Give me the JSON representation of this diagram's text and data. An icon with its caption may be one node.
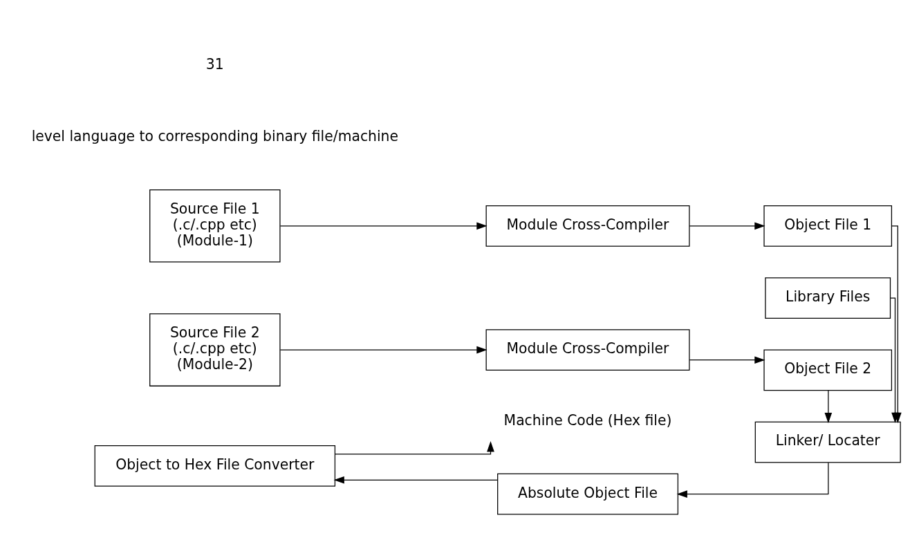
{
  "diagram": {
    "nodes": [
      {
        "text": [
          "Source File 1",
          "(.c/.cpp etc)",
          "(Module-1)"
        ]
      },
      {
        "text": [
          "Module Cross-Compiler"
        ]
      },
      {
        "text": [
          "Library Files"
        ]
      },
      {
        "text": [
          "Object File 1"
        ]
      },
      {
        "text": [
          "Source File 2",
          "(.c/.cpp etc)",
          "(Module-2)"
        ]
      },
      {
        "text": [
          "Module Cross-Compiler"
        ]
      },
      {
        "text": [
          "Object File 2"
        ]
      },
      {
        "text": [
          "Object to Hex File Converter"
        ]
      },
      {
        "text": [
          "Absolute Object File"
        ]
      },
      {
        "text": [
          "Linker/ Locater"
        ]
      },
      {
        "text": [
          "Machine Code (Hex file)"
        ]
      }
    ],
    "edges": [
      {
        "from": 0,
        "to": 1,
        "arrow": "to"
      },
      {
        "from": 1,
        "to": 3,
        "arrow": "to"
      },
      {
        "from": 4,
        "to": 5,
        "arrow": "to"
      },
      {
        "from": 5,
        "to": 6,
        "arrow": "to"
      },
      {
        "from": 2,
        "to": 9,
        "arrow": "to"
      },
      {
        "from": 3,
        "to": 9,
        "arrow": "to"
      },
      {
        "from": 6,
        "to": 9,
        "arrow": "to"
      },
      {
        "from": 9,
        "to": 8,
        "arrow": "to"
      },
      {
        "from": 8,
        "to": 7,
        "arrow": "to"
      },
      {
        "from": 7,
        "to": 10,
        "arrow": "to"
      }
    ],
    "labels": [
      "level language to corresponding binary file/machine",
      "31"
    ]
  }
}
